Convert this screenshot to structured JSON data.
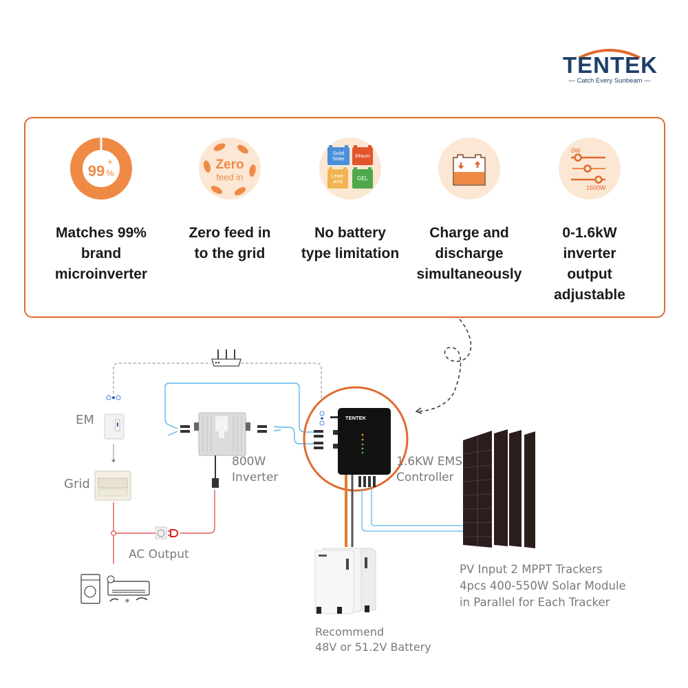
{
  "brand": {
    "name": "TENTEK",
    "tagline": "— Catch Every Sunbeam —",
    "colors": {
      "navy": "#1e3f6b",
      "orange": "#e06a2e",
      "icon_orange": "#ef8a45",
      "icon_bg": "#fbe7d3"
    }
  },
  "features": [
    {
      "icon": "percent-ring-icon",
      "icon_text": "99",
      "icon_sup": "+",
      "icon_unit": "%",
      "label_lines": [
        "Matches 99%",
        "brand",
        "microinverter"
      ]
    },
    {
      "icon": "zero-feed-leaves-icon",
      "icon_text_1": "Zero",
      "icon_text_2": "feed in",
      "label_lines": [
        "Zero feed in",
        "to the grid"
      ]
    },
    {
      "icon": "battery-types-icon",
      "battery_types": [
        "Solid State",
        "lithium",
        "Lead-acid",
        "GEL"
      ],
      "label_lines": [
        "No battery",
        "type limitation"
      ]
    },
    {
      "icon": "charge-discharge-battery-icon",
      "label_lines": [
        "Charge and",
        "discharge",
        "simultaneously"
      ]
    },
    {
      "icon": "power-slider-icon",
      "slider_min": "0W",
      "slider_max": "1600W",
      "label_lines": [
        "0-1.6kW",
        "inverter",
        "output",
        "adjustable"
      ]
    }
  ],
  "diagram": {
    "em_label": "EM",
    "grid_label": "Grid",
    "inverter_label": [
      "800W",
      "Inverter"
    ],
    "controller_label": [
      "1.6KW EMS",
      "Controller"
    ],
    "controller_brand": "TENTEK",
    "ac_output_label": "AC Output",
    "battery_label": [
      "Recommend",
      "48V or 51.2V Battery"
    ],
    "pv_label": [
      "PV Input 2 MPPT Trackers",
      "4pcs 400-550W Solar Module",
      "in Parallel for Each Tracker"
    ],
    "colors": {
      "dc_line": "#5bb8e6",
      "ac_line": "#e8555a",
      "wifi_dash": "#9a9a9a",
      "battery_pos": "#e07a2e",
      "battery_neg": "#555555"
    }
  }
}
